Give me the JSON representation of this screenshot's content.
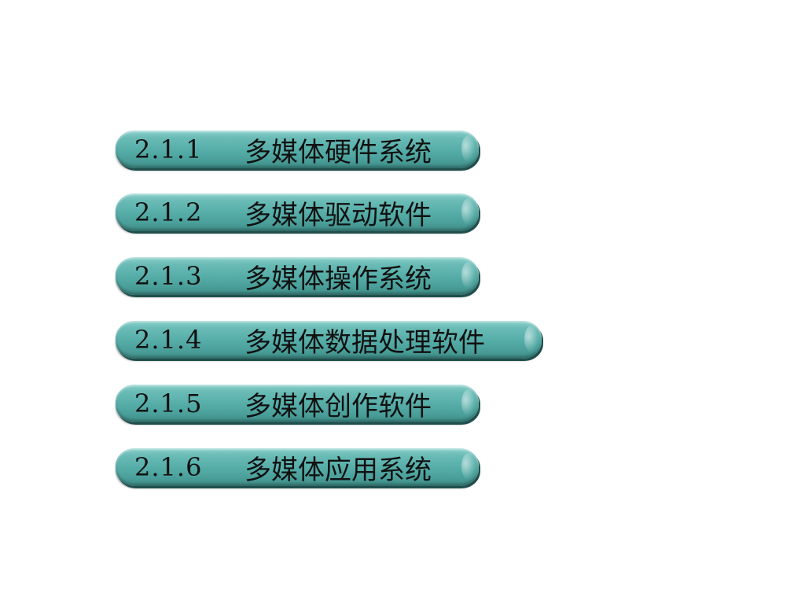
{
  "menu": {
    "items": [
      {
        "number": "2.1.1",
        "title": "多媒体硬件系统"
      },
      {
        "number": "2.1.2",
        "title": "多媒体驱动软件"
      },
      {
        "number": "2.1.3",
        "title": "多媒体操作系统"
      },
      {
        "number": "2.1.4",
        "title": "多媒体数据处理软件"
      },
      {
        "number": "2.1.5",
        "title": "多媒体创作软件"
      },
      {
        "number": "2.1.6",
        "title": "多媒体应用系统"
      }
    ]
  },
  "colors": {
    "button_base": "#57aea9",
    "button_shadow": "#1f4f4c",
    "text": "#111111",
    "background": "#ffffff"
  }
}
